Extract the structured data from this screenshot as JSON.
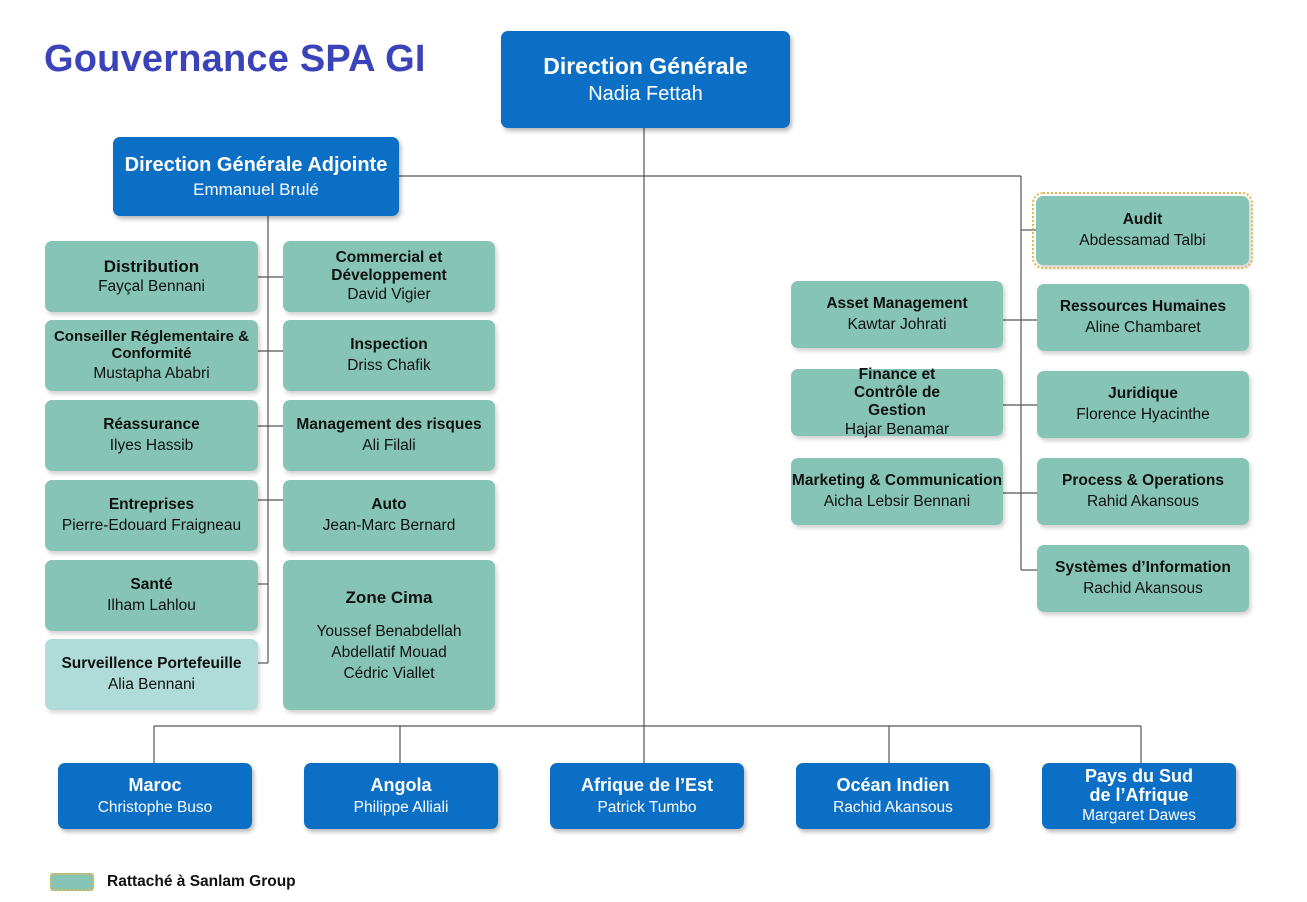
{
  "title": "Gouvernance SPA GI",
  "colors": {
    "blue": "#0b6fc6",
    "green": "#86c5b5",
    "pale": "#afdcd8",
    "title": "#3a44b8",
    "audit_border": "#e3b64a"
  },
  "dg": {
    "title": "Direction Générale",
    "name": "Nadia Fettah"
  },
  "dga": {
    "title": "Direction Générale Adjointe",
    "name": "Emmanuel Brulé"
  },
  "left_col": [
    {
      "title": "Distribution",
      "name": "Fayçal Bennani"
    },
    {
      "title": "Conseiller Réglementaire & Conformité",
      "name": "Mustapha Ababri"
    },
    {
      "title": "Réassurance",
      "name": "Ilyes Hassib"
    },
    {
      "title": "Entreprises",
      "name": "Pierre-Edouard Fraigneau"
    },
    {
      "title": "Santé",
      "name": "Ilham Lahlou"
    },
    {
      "title": "Surveillence Portefeuille",
      "name": "Alia Bennani"
    }
  ],
  "right_col": [
    {
      "title": "Commercial et Développement",
      "name": "David Vigier"
    },
    {
      "title": "Inspection",
      "name": "Driss Chafik"
    },
    {
      "title": "Management des risques",
      "name": "Ali Filali"
    },
    {
      "title": "Auto",
      "name": "Jean-Marc Bernard"
    }
  ],
  "zone_cima": {
    "title": "Zone Cima",
    "names": [
      "Youssef Benabdellah",
      "Abdellatif Mouad",
      "Cédric Viallet"
    ]
  },
  "audit": {
    "title": "Audit",
    "name": "Abdessamad Talbi"
  },
  "staff_left": [
    {
      "title": "Asset Management",
      "name": "Kawtar Johrati"
    },
    {
      "title": "Finance et Contrôle de Gestion",
      "name": "Hajar Benamar"
    },
    {
      "title": "Marketing & Communication",
      "name": "Aicha Lebsir Bennani"
    }
  ],
  "staff_right": [
    {
      "title": "Ressources Humaines",
      "name": "Aline Chambaret"
    },
    {
      "title": "Juridique",
      "name": "Florence Hyacinthe"
    },
    {
      "title": "Process & Operations",
      "name": "Rahid Akansous"
    },
    {
      "title": "Systèmes d’Information",
      "name": "Rachid Akansous"
    }
  ],
  "countries": [
    {
      "title": "Maroc",
      "name": "Christophe Buso"
    },
    {
      "title": "Angola",
      "name": "Philippe Alliali"
    },
    {
      "title": "Afrique de l’Est",
      "name": "Patrick Tumbo"
    },
    {
      "title": "Océan Indien",
      "name": "Rachid Akansous"
    },
    {
      "title": "Pays du Sud de l’Afrique",
      "name": "Margaret Dawes"
    }
  ],
  "legend": {
    "label": "Rattaché à Sanlam Group"
  }
}
